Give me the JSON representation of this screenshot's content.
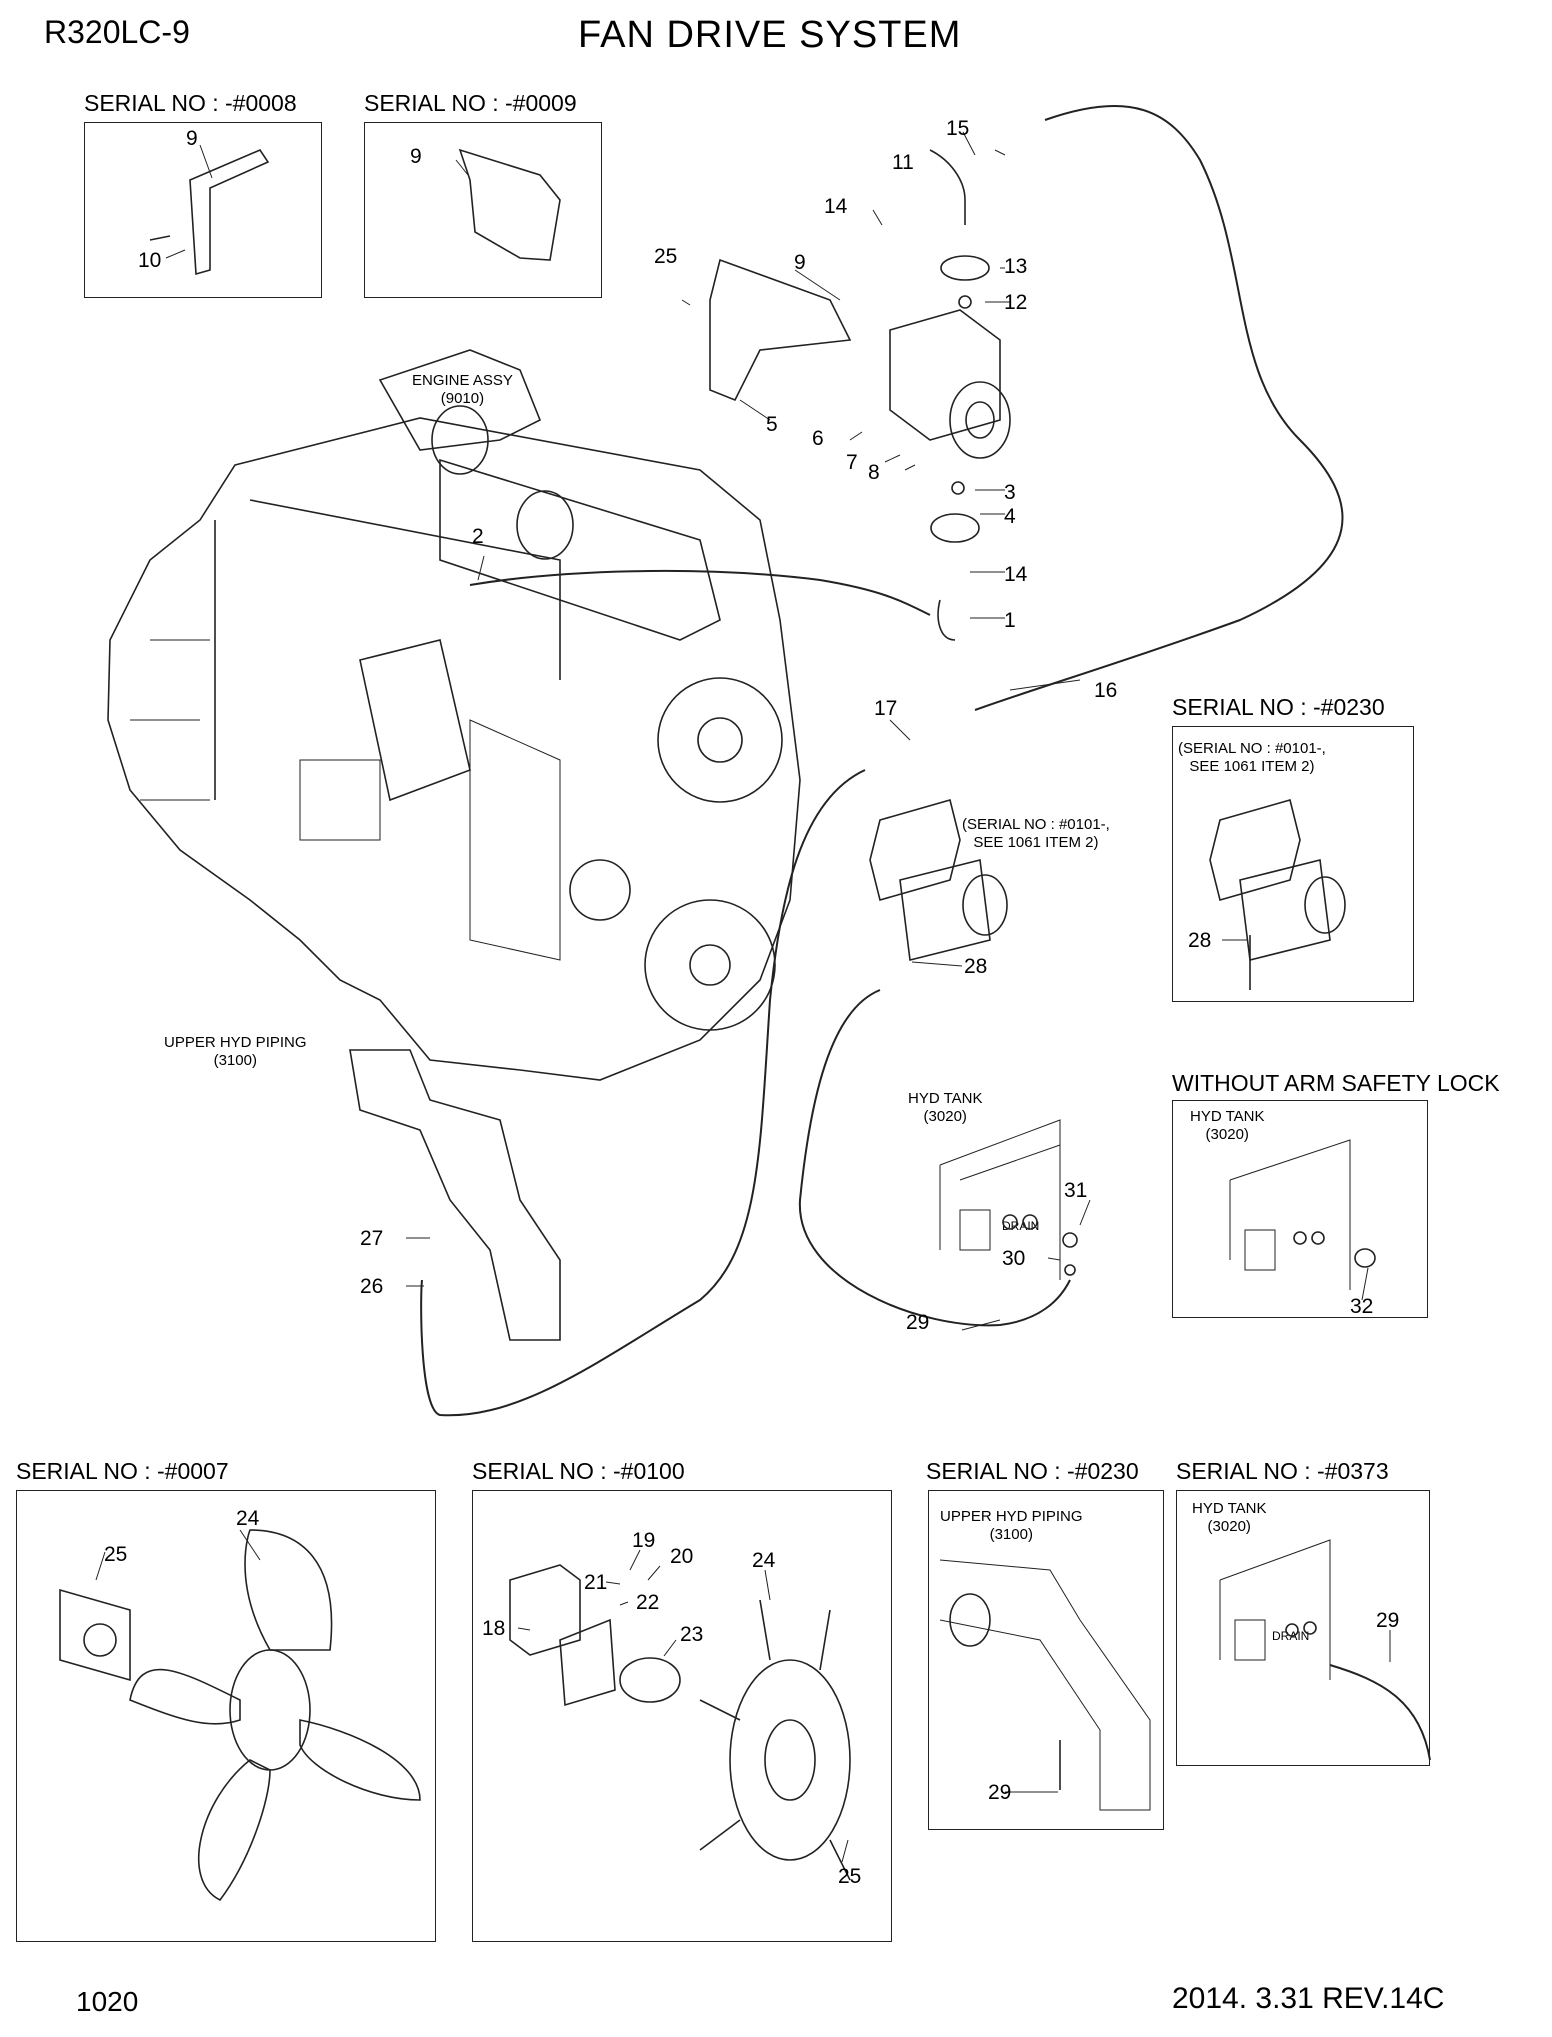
{
  "header": {
    "model": "R320LC-9",
    "title": "FAN DRIVE SYSTEM"
  },
  "footer": {
    "page": "1020",
    "revision": "2014. 3.31  REV.14C"
  },
  "serials": {
    "s0008": "SERIAL NO : -#0008",
    "s0009": "SERIAL NO : -#0009",
    "s0230a": "SERIAL NO : -#0230",
    "s0007": "SERIAL NO : -#0007",
    "s0100": "SERIAL NO : -#0100",
    "s0230b": "SERIAL NO : -#0230",
    "s0373": "SERIAL NO : -#0373"
  },
  "captions": {
    "engine": "ENGINE ASSY\n(9010)",
    "upper_hyd": "UPPER HYD PIPING\n(3100)",
    "upper_hyd2": "UPPER HYD PIPING\n(3100)",
    "hyd_tank1": "HYD TANK\n(3020)",
    "hyd_tank2": "HYD TANK\n(3020)",
    "hyd_tank3": "HYD TANK\n(3020)",
    "see1061a": "(SERIAL NO : #0101-,\nSEE 1061 ITEM 2)",
    "see1061b": "(SERIAL NO : #0101-,\nSEE 1061 ITEM 2)",
    "without_lock": "WITHOUT ARM SAFETY LOCK",
    "drain1": "DRAIN",
    "drain2": "DRAIN"
  },
  "callouts": [
    "9",
    "10",
    "9",
    "15",
    "11",
    "14",
    "13",
    "25",
    "9",
    "12",
    "5",
    "6",
    "7",
    "8",
    "3",
    "4",
    "14",
    "2",
    "1",
    "16",
    "17",
    "28",
    "28",
    "27",
    "26",
    "31",
    "30",
    "29",
    "32",
    "24",
    "25",
    "19",
    "20",
    "21",
    "22",
    "18",
    "23",
    "24",
    "25",
    "29",
    "29"
  ],
  "colors": {
    "line": "#222222",
    "background": "#ffffff"
  }
}
